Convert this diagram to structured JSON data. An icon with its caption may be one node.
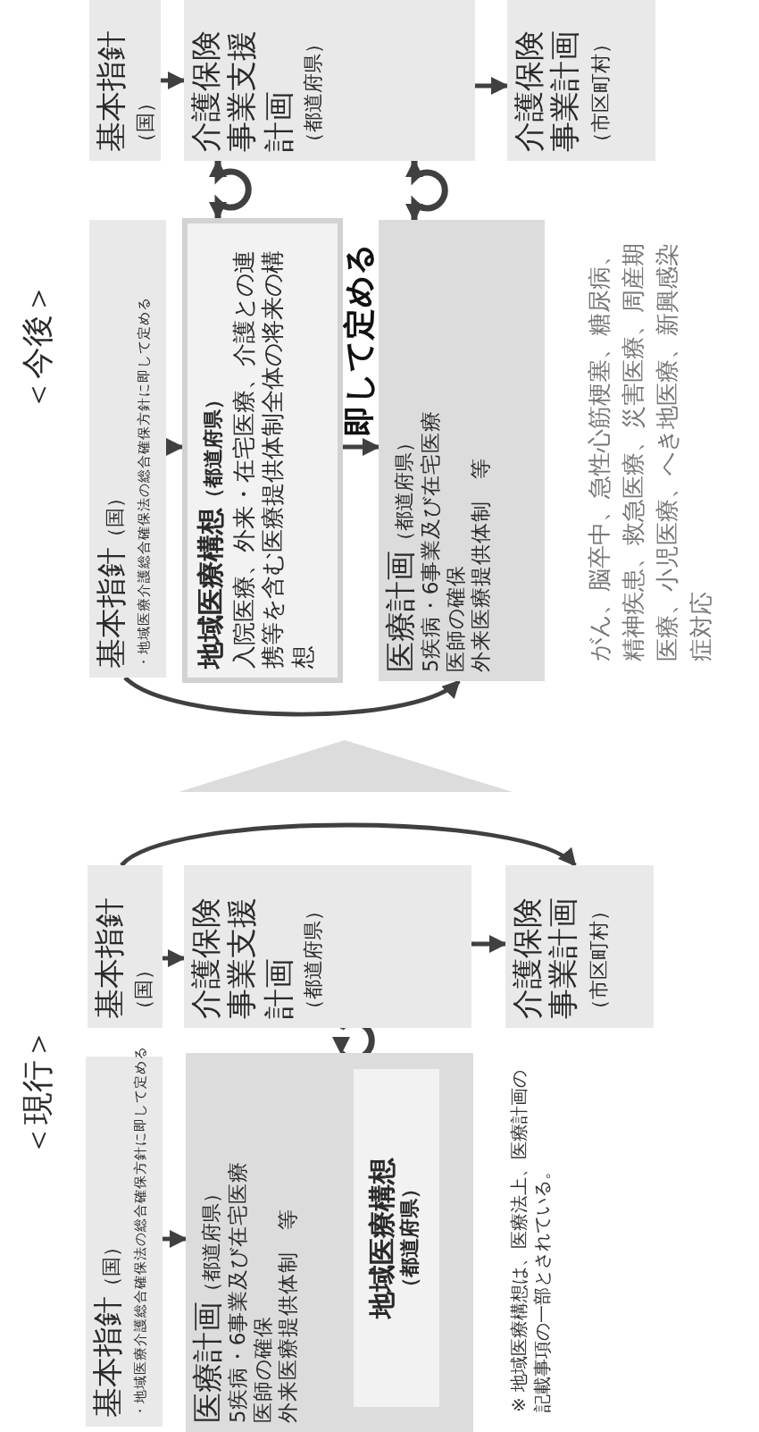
{
  "diagram": {
    "nodes": [
      {
        "text": [
          "基本指針",
          "（国）",
          "・地域医療介護総合確保法の総合確保方針に即して定める"
        ]
      },
      {
        "text": [
          "医療計画",
          "（都道府県）",
          "5疾病・6事業及び在宅医療",
          "医師の確保",
          "外来医療提供体制　等"
        ]
      },
      {
        "text": [
          "地域医療構想",
          "（都道府県）"
        ],
        "in": 1
      },
      {
        "text": [
          "基本指針",
          "（国）"
        ]
      },
      {
        "text": [
          "介護保険事業支援計画",
          "（都道府県）"
        ]
      },
      {
        "text": [
          "介護保険事業計画",
          "（市区町村）"
        ]
      },
      {
        "text": [
          "基本指針",
          "（国）",
          "・地域医療介護総合確保法の総合確保方針に即して定める"
        ]
      },
      {
        "text": [
          "地域医療構想",
          "（都道府県）",
          "入院医療、外来・在宅医療、介護との連携等を含む医療提供体制全体の将来の構想"
        ]
      },
      {
        "text": [
          "医療計画",
          "（都道府県）",
          "5疾病・6事業及び在宅医療",
          "医師の確保",
          "外来医療提供体制　等"
        ]
      },
      {
        "text": [
          "基本指針",
          "（国）"
        ]
      },
      {
        "text": [
          "介護保険事業支援計画",
          "（都道府県）"
        ]
      },
      {
        "text": [
          "介護保険事業計画",
          "（市区町村）"
        ]
      }
    ],
    "edges": [
      {
        "from": 0,
        "to": 1,
        "arrow": "to"
      },
      {
        "from": 3,
        "to": 4,
        "arrow": "to"
      },
      {
        "from": 4,
        "to": 5,
        "arrow": "to"
      },
      {
        "from": 3,
        "to": 5,
        "arrow": "to"
      },
      {
        "from": 6,
        "to": 7,
        "arrow": "to"
      },
      {
        "from": 7,
        "to": 8,
        "arrow": "to",
        "label": "即して定める"
      },
      {
        "from": 9,
        "to": 10,
        "arrow": "to"
      },
      {
        "from": 10,
        "to": 11,
        "arrow": "to"
      },
      {
        "from": 6,
        "to": 8,
        "arrow": "to"
      },
      {
        "from": 4,
        "to": 1,
        "arrow": "both"
      },
      {
        "from": 10,
        "to": 7,
        "arrow": "both"
      },
      {
        "from": 10,
        "to": 8,
        "arrow": "both"
      }
    ],
    "labels": [
      "＜現行＞",
      "※ 地域医療構想は、医療法上、医療計画の記載事項の一部とされている。",
      "＜今後＞",
      "がん、脳卒中、急性心筋梗塞、糖尿病、精神疾患、救急医療、災害医療、周産期医療、小児医療、へき地医療、新興感染症対応"
    ]
  }
}
